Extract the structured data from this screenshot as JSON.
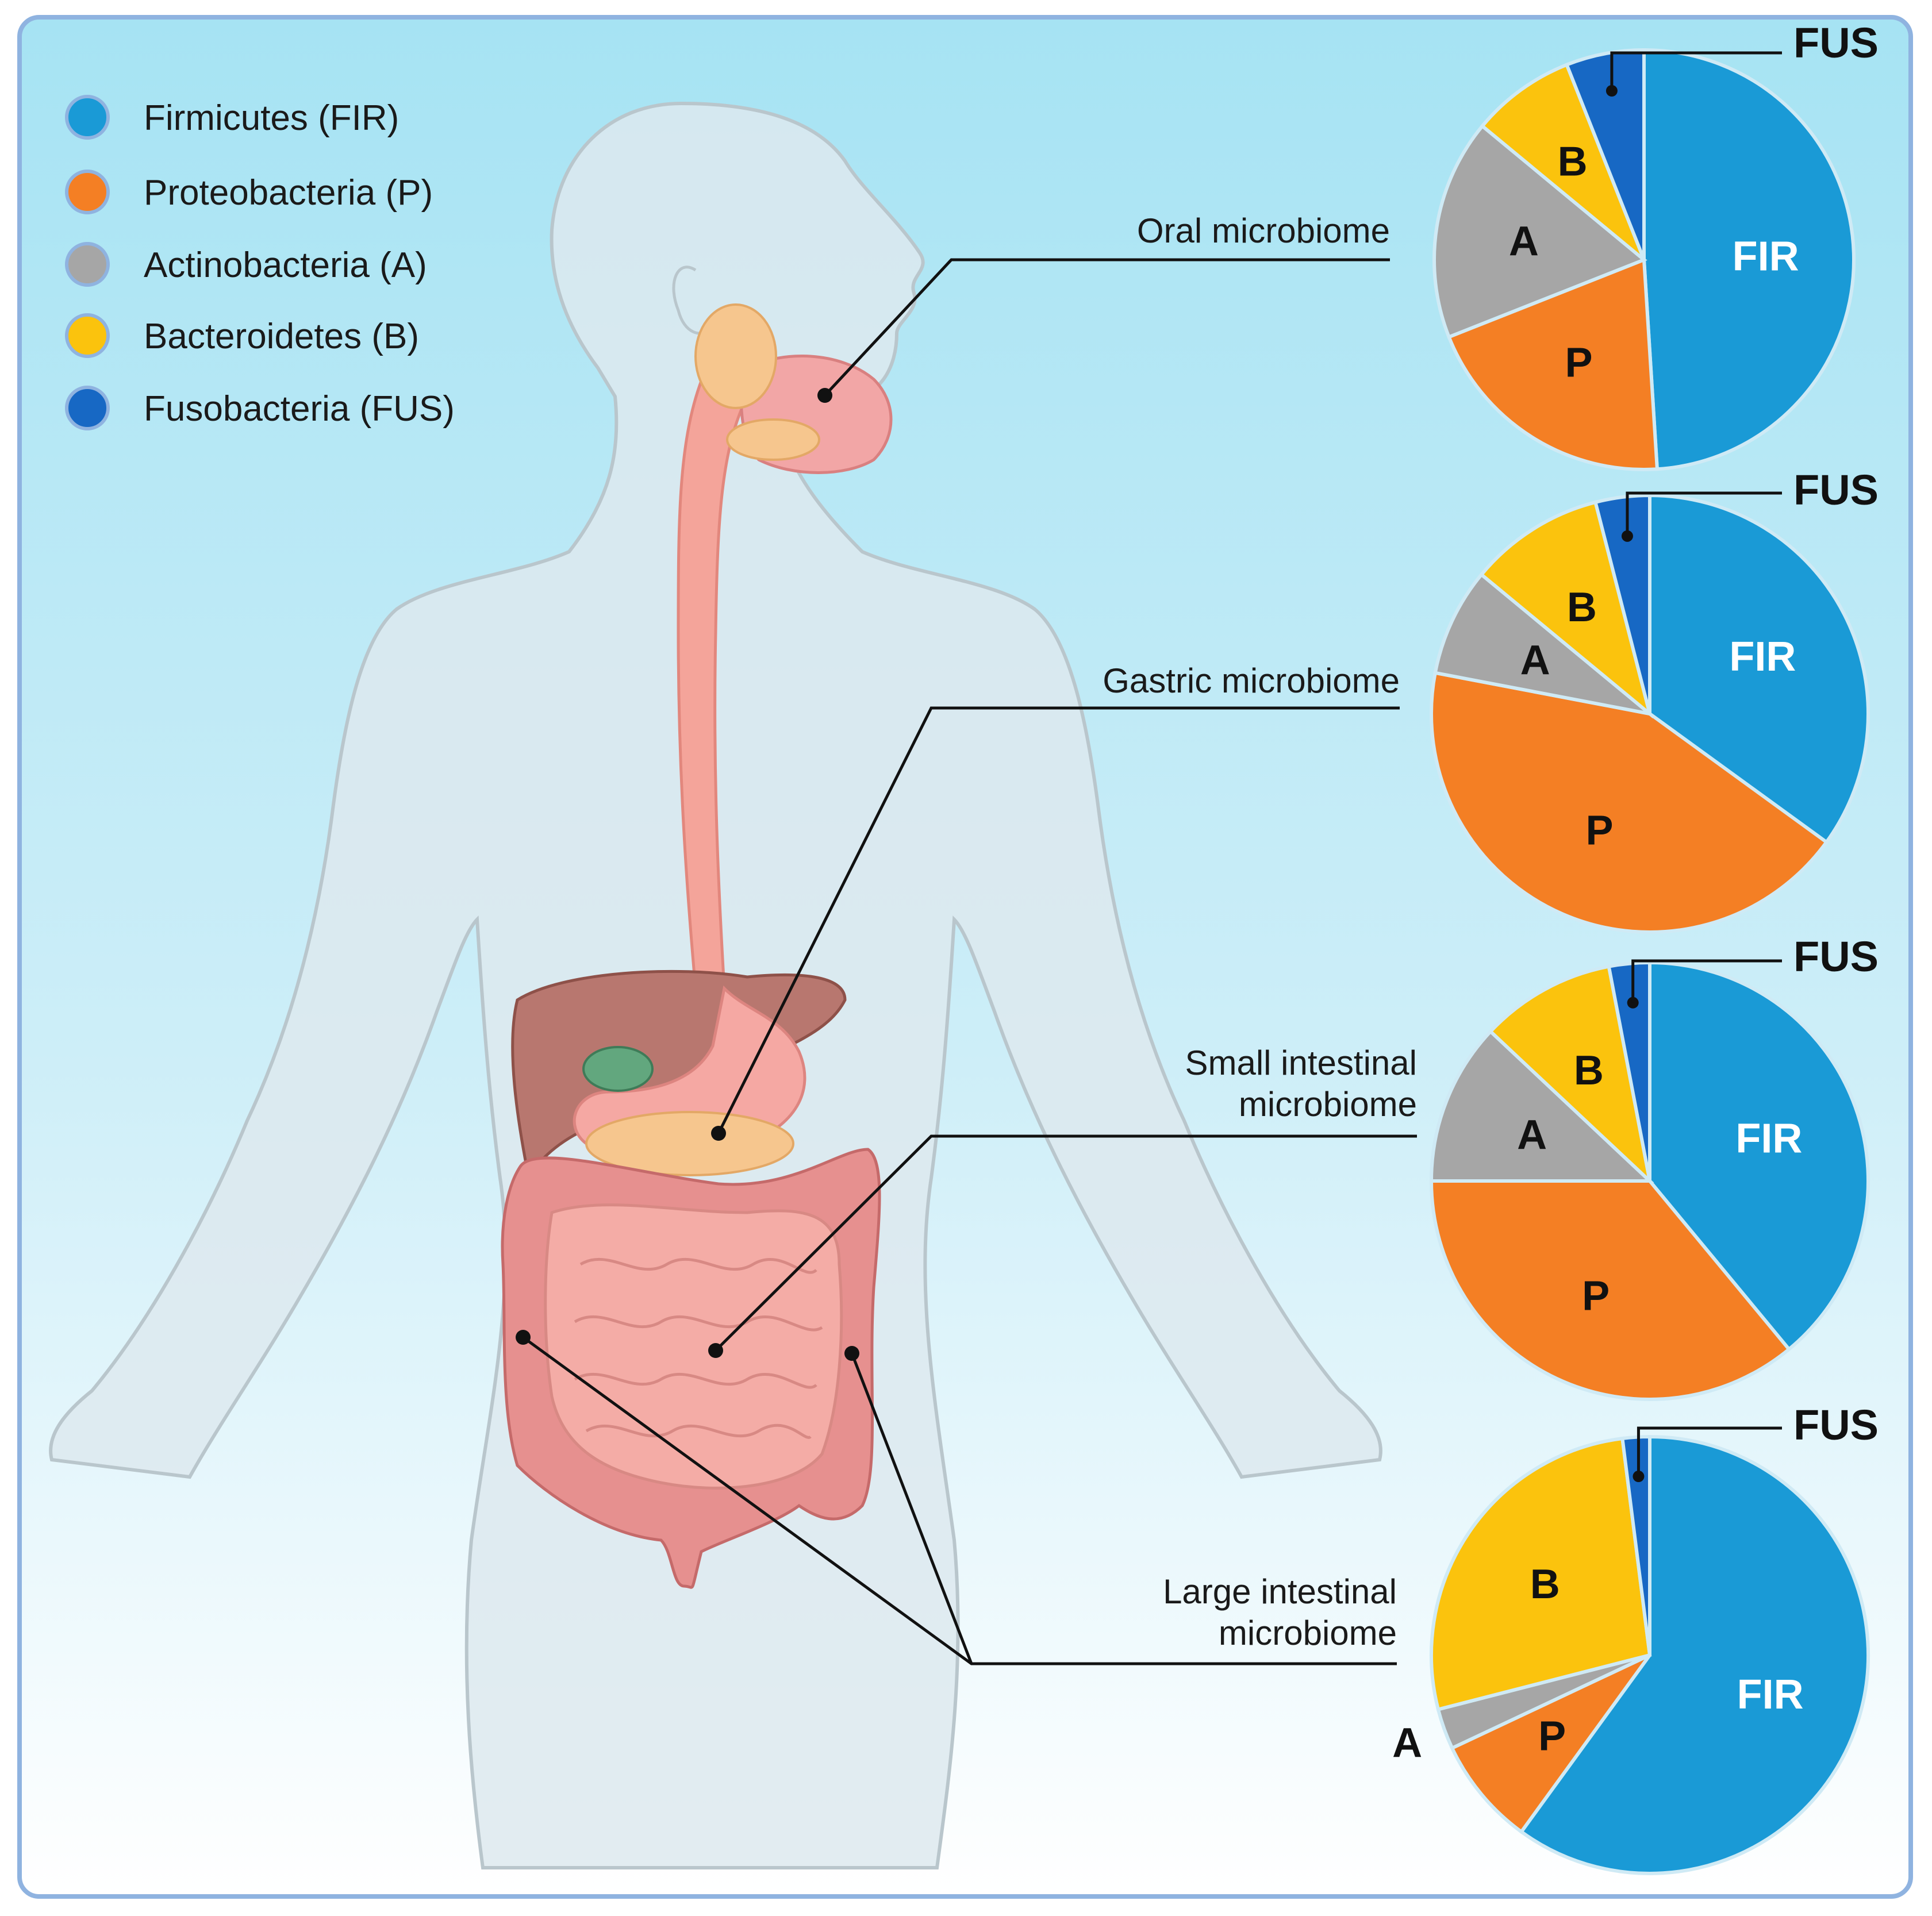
{
  "colors": {
    "firmicutes": "#1a9ad6",
    "proteobacteria": "#f47f24",
    "actinobacteria": "#a6a6a6",
    "bacteroidetes": "#fbc30d",
    "fusobacteria": "#1768c4",
    "frame": "#8fb3e0",
    "background_top": "#a8e4f3"
  },
  "legend": [
    {
      "label": "Firmicutes (FIR)",
      "color": "#1a9ad6"
    },
    {
      "label": "Proteobacteria (P)",
      "color": "#f47f24"
    },
    {
      "label": "Actinobacteria (A)",
      "color": "#a6a6a6"
    },
    {
      "label": "Bacteroidetes (B)",
      "color": "#fbc30d"
    },
    {
      "label": "Fusobacteria (FUS)",
      "color": "#1768c4"
    }
  ],
  "sites": [
    {
      "lines": [
        "Oral microbiome"
      ]
    },
    {
      "lines": [
        "Gastric microbiome"
      ]
    },
    {
      "lines": [
        "Small intestinal",
        "microbiome"
      ]
    },
    {
      "lines": [
        "Large intestinal",
        "microbiome"
      ]
    }
  ],
  "chart_data": [
    {
      "type": "pie",
      "title": "Oral microbiome",
      "slices": [
        {
          "label": "FIR",
          "value": 49,
          "color": "#1a9ad6"
        },
        {
          "label": "P",
          "value": 20,
          "color": "#f47f24"
        },
        {
          "label": "A",
          "value": 17,
          "color": "#a6a6a6"
        },
        {
          "label": "B",
          "value": 8,
          "color": "#fbc30d"
        },
        {
          "label": "FUS",
          "value": 6,
          "color": "#1768c4"
        }
      ]
    },
    {
      "type": "pie",
      "title": "Gastric microbiome",
      "slices": [
        {
          "label": "FIR",
          "value": 35,
          "color": "#1a9ad6"
        },
        {
          "label": "P",
          "value": 43,
          "color": "#f47f24"
        },
        {
          "label": "A",
          "value": 8,
          "color": "#a6a6a6"
        },
        {
          "label": "B",
          "value": 10,
          "color": "#fbc30d"
        },
        {
          "label": "FUS",
          "value": 4,
          "color": "#1768c4"
        }
      ]
    },
    {
      "type": "pie",
      "title": "Small intestinal microbiome",
      "slices": [
        {
          "label": "FIR",
          "value": 39,
          "color": "#1a9ad6"
        },
        {
          "label": "P",
          "value": 36,
          "color": "#f47f24"
        },
        {
          "label": "A",
          "value": 12,
          "color": "#a6a6a6"
        },
        {
          "label": "B",
          "value": 10,
          "color": "#fbc30d"
        },
        {
          "label": "FUS",
          "value": 3,
          "color": "#1768c4"
        }
      ]
    },
    {
      "type": "pie",
      "title": "Large intestinal microbiome",
      "slices": [
        {
          "label": "FIR",
          "value": 60,
          "color": "#1a9ad6"
        },
        {
          "label": "P",
          "value": 8,
          "color": "#f47f24"
        },
        {
          "label": "A",
          "value": 3,
          "color": "#a6a6a6"
        },
        {
          "label": "B",
          "value": 27,
          "color": "#fbc30d"
        },
        {
          "label": "FUS",
          "value": 2,
          "color": "#1768c4"
        }
      ]
    }
  ]
}
